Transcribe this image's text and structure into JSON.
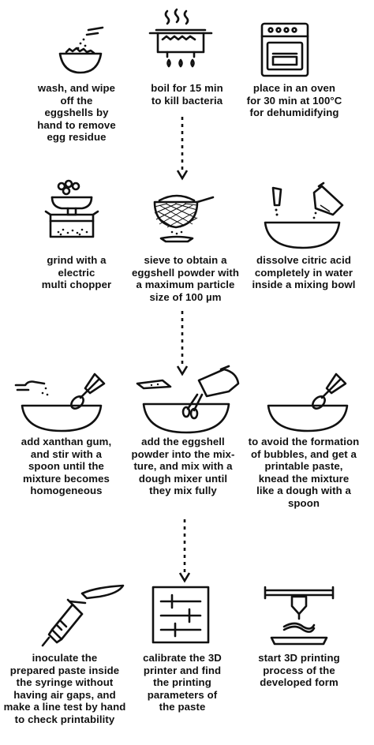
{
  "steps": [
    {
      "icon": "bowl-rinse-icon",
      "caption": "wash, and wipe\noff the\neggshells by\nhand to remove\negg residue"
    },
    {
      "icon": "boiling-pot-icon",
      "caption": "boil for 15 min\nto kill bacteria"
    },
    {
      "icon": "oven-icon",
      "caption": "place in an oven\nfor 30 min at 100°C\nfor dehumidifying"
    },
    {
      "icon": "chopper-icon",
      "caption": "grind with a\nelectric\nmulti chopper"
    },
    {
      "icon": "sieve-icon",
      "caption": "sieve to obtain a\neggshell powder with\na maximum particle\nsize of 100 µm"
    },
    {
      "icon": "beaker-bowl-icon",
      "caption": "dissolve citric acid\ncompletely in water\ninside a mixing bowl"
    },
    {
      "icon": "spoon-bowl-icon",
      "caption": "add xanthan gum,\nand stir with a\nspoon until the\nmixture becomes\nhomogeneous"
    },
    {
      "icon": "mixer-bowl-icon",
      "caption": "add the eggshell\npowder into the mix-\nture, and  mix with a\ndough mixer until\nthey mix fully"
    },
    {
      "icon": "spoon-knead-icon",
      "caption": "to avoid the formation\nof bubbles, and get a\nprintable paste,\nknead the mixture\nlike a dough with a\nspoon"
    },
    {
      "icon": "syringe-icon",
      "caption": "inoculate the\nprepared paste inside\nthe syringe without\nhaving air gaps, and\nmake a line test by hand\nto check printability"
    },
    {
      "icon": "calibration-icon",
      "caption": "calibrate the 3D\nprinter and find\nthe printing\nparameters of\nthe paste"
    },
    {
      "icon": "3d-printer-icon",
      "caption": "start 3D printing\nprocess of the\ndeveloped form"
    }
  ]
}
